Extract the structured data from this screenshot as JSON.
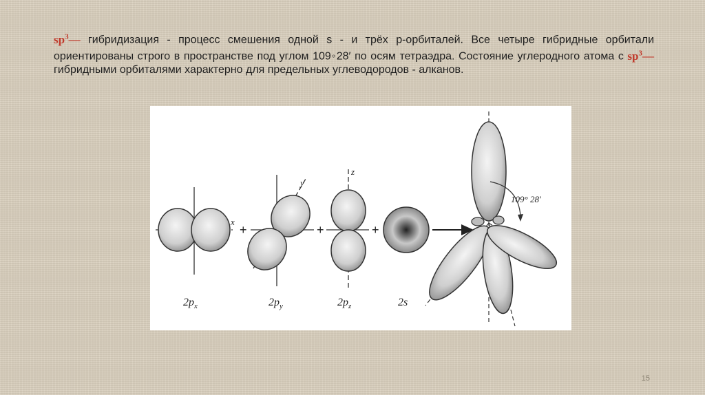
{
  "paragraph": {
    "sp_label": "sp",
    "sp_exp": "3",
    "dash": "—",
    "part1": " гибридизация - процесс смешения одной s - и трёх p-орбиталей. Все четыре гибридные орбитали ориентированы строго в пространстве под углом 109◦28′ по осям тетраэдра. Состояние углеродного атома с ",
    "part2": " гибридными орбиталями характерно для предельных углеводородов - алканов."
  },
  "figure": {
    "labels": {
      "px": "2p",
      "px_sub": "x",
      "py": "2p",
      "py_sub": "y",
      "pz": "2p",
      "pz_sub": "z",
      "s": "2s",
      "axis_x": "x",
      "axis_y": "y",
      "axis_z": "z",
      "angle": "109° 28′"
    },
    "operators": [
      "+",
      "+",
      "+"
    ]
  },
  "page_number": "15"
}
